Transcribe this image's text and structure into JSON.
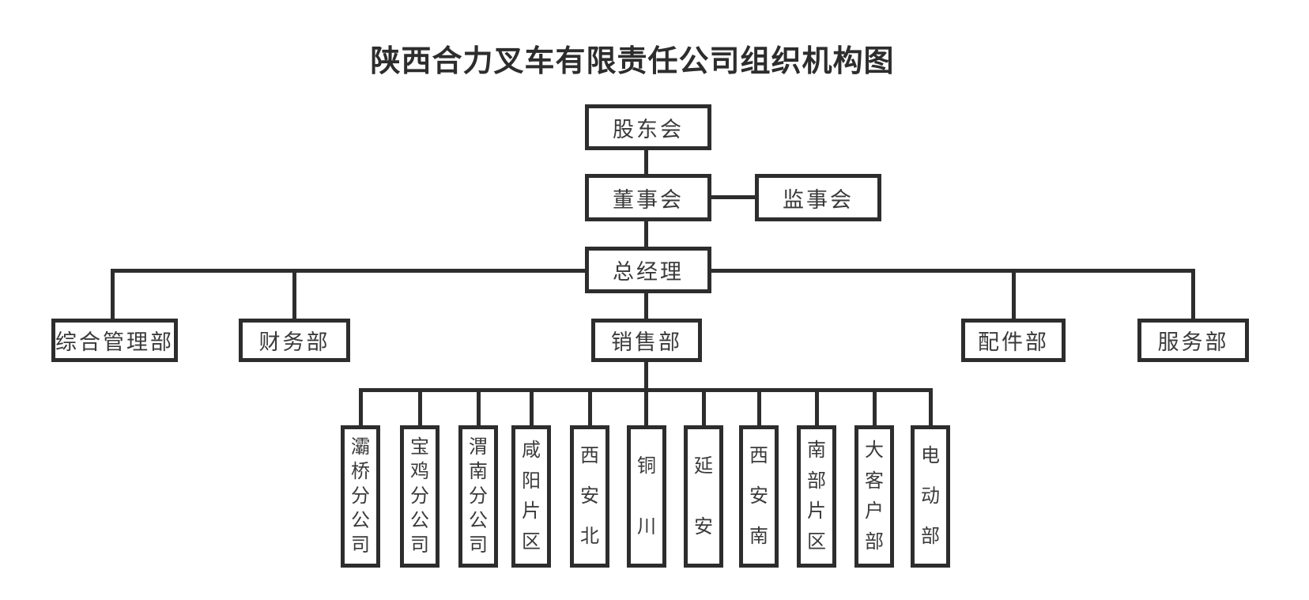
{
  "title": "陕西合力叉车有限责任公司组织机构图",
  "colors": {
    "line": "#2d2d2d",
    "text": "#3a3a3a",
    "background": "#ffffff"
  },
  "nodes": {
    "shareholders": "股东会",
    "board": "董事会",
    "supervisory": "监事会",
    "general_manager": "总经理",
    "admin_dept": "综合管理部",
    "finance_dept": "财务部",
    "sales_dept": "销售部",
    "parts_dept": "配件部",
    "service_dept": "服务部"
  },
  "sales_branches": [
    "灞桥分公司",
    "宝鸡分公司",
    "渭南分公司",
    "咸阳片区",
    "西安北",
    "铜川",
    "延安",
    "西安南",
    "南部片区",
    "大客户部",
    "电动部"
  ]
}
